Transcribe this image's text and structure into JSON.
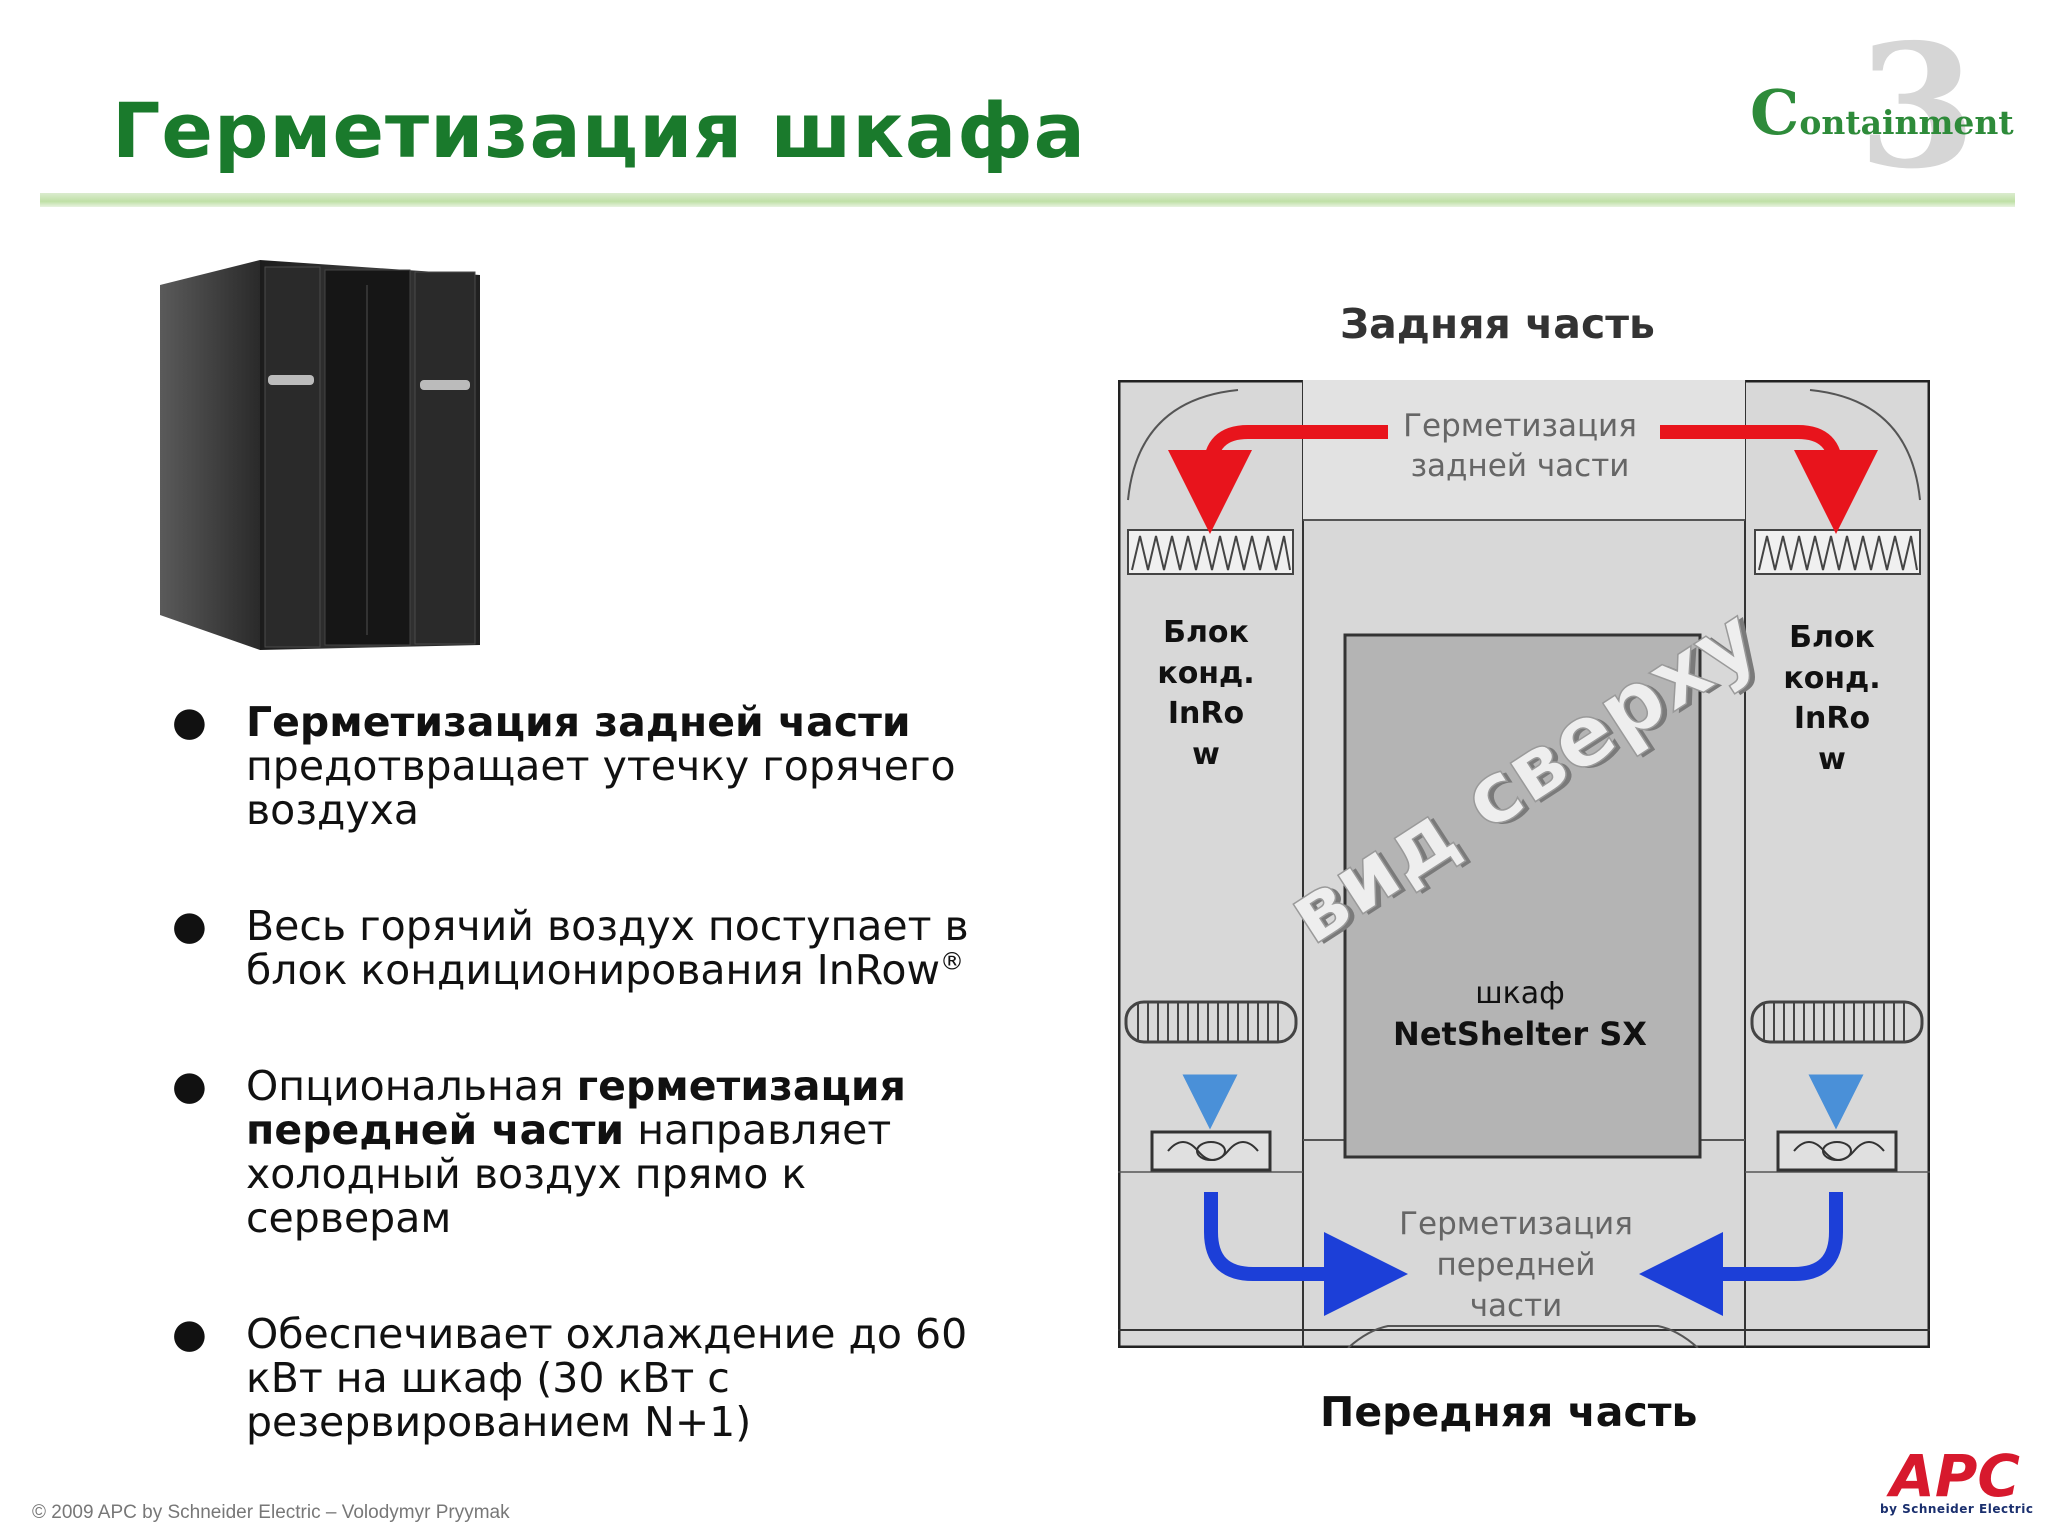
{
  "slide": {
    "title": "Герметизация шкафа",
    "logo": {
      "letter": "C",
      "rest": "ontainment",
      "digit": "3"
    },
    "bullets": [
      {
        "bold": "Герметизация задней части",
        "text": "предотвращает утечку горячего воздуха"
      },
      {
        "text1": "Весь горячий воздух поступает в блок кондиционирования InRow",
        "sup": "®"
      },
      {
        "pre": "Опциональная ",
        "bold": "герметизация передней части",
        "post": " направляет холодный воздух прямо к серверам"
      },
      {
        "text": "Обеспечивает охлаждение до 60 кВт на шкаф (30 кВт с резервированием N+1)"
      }
    ],
    "footer": "© 2009 APC by Schneider Electric – Volodymyr Pryymak"
  },
  "diagram": {
    "back_label": "Задняя часть",
    "front_label": "Передняя часть",
    "rear_seal": [
      "Герметизация",
      "задней части"
    ],
    "front_seal": [
      "Герметизация",
      "передней",
      "части"
    ],
    "unit_label": [
      "Блок",
      "конд.",
      "InRo",
      "w"
    ],
    "rack": [
      "шкаф",
      "NetShelter SX"
    ],
    "watermark": "вид сверху"
  },
  "brand": {
    "apc": "APC",
    "apc_sub": "by Schneider Electric"
  },
  "colors": {
    "title_green": "#1a7a2c",
    "hot_red": "#e8141c",
    "cold_blue": "#1c3fd8",
    "apc_red": "#d7192d"
  }
}
